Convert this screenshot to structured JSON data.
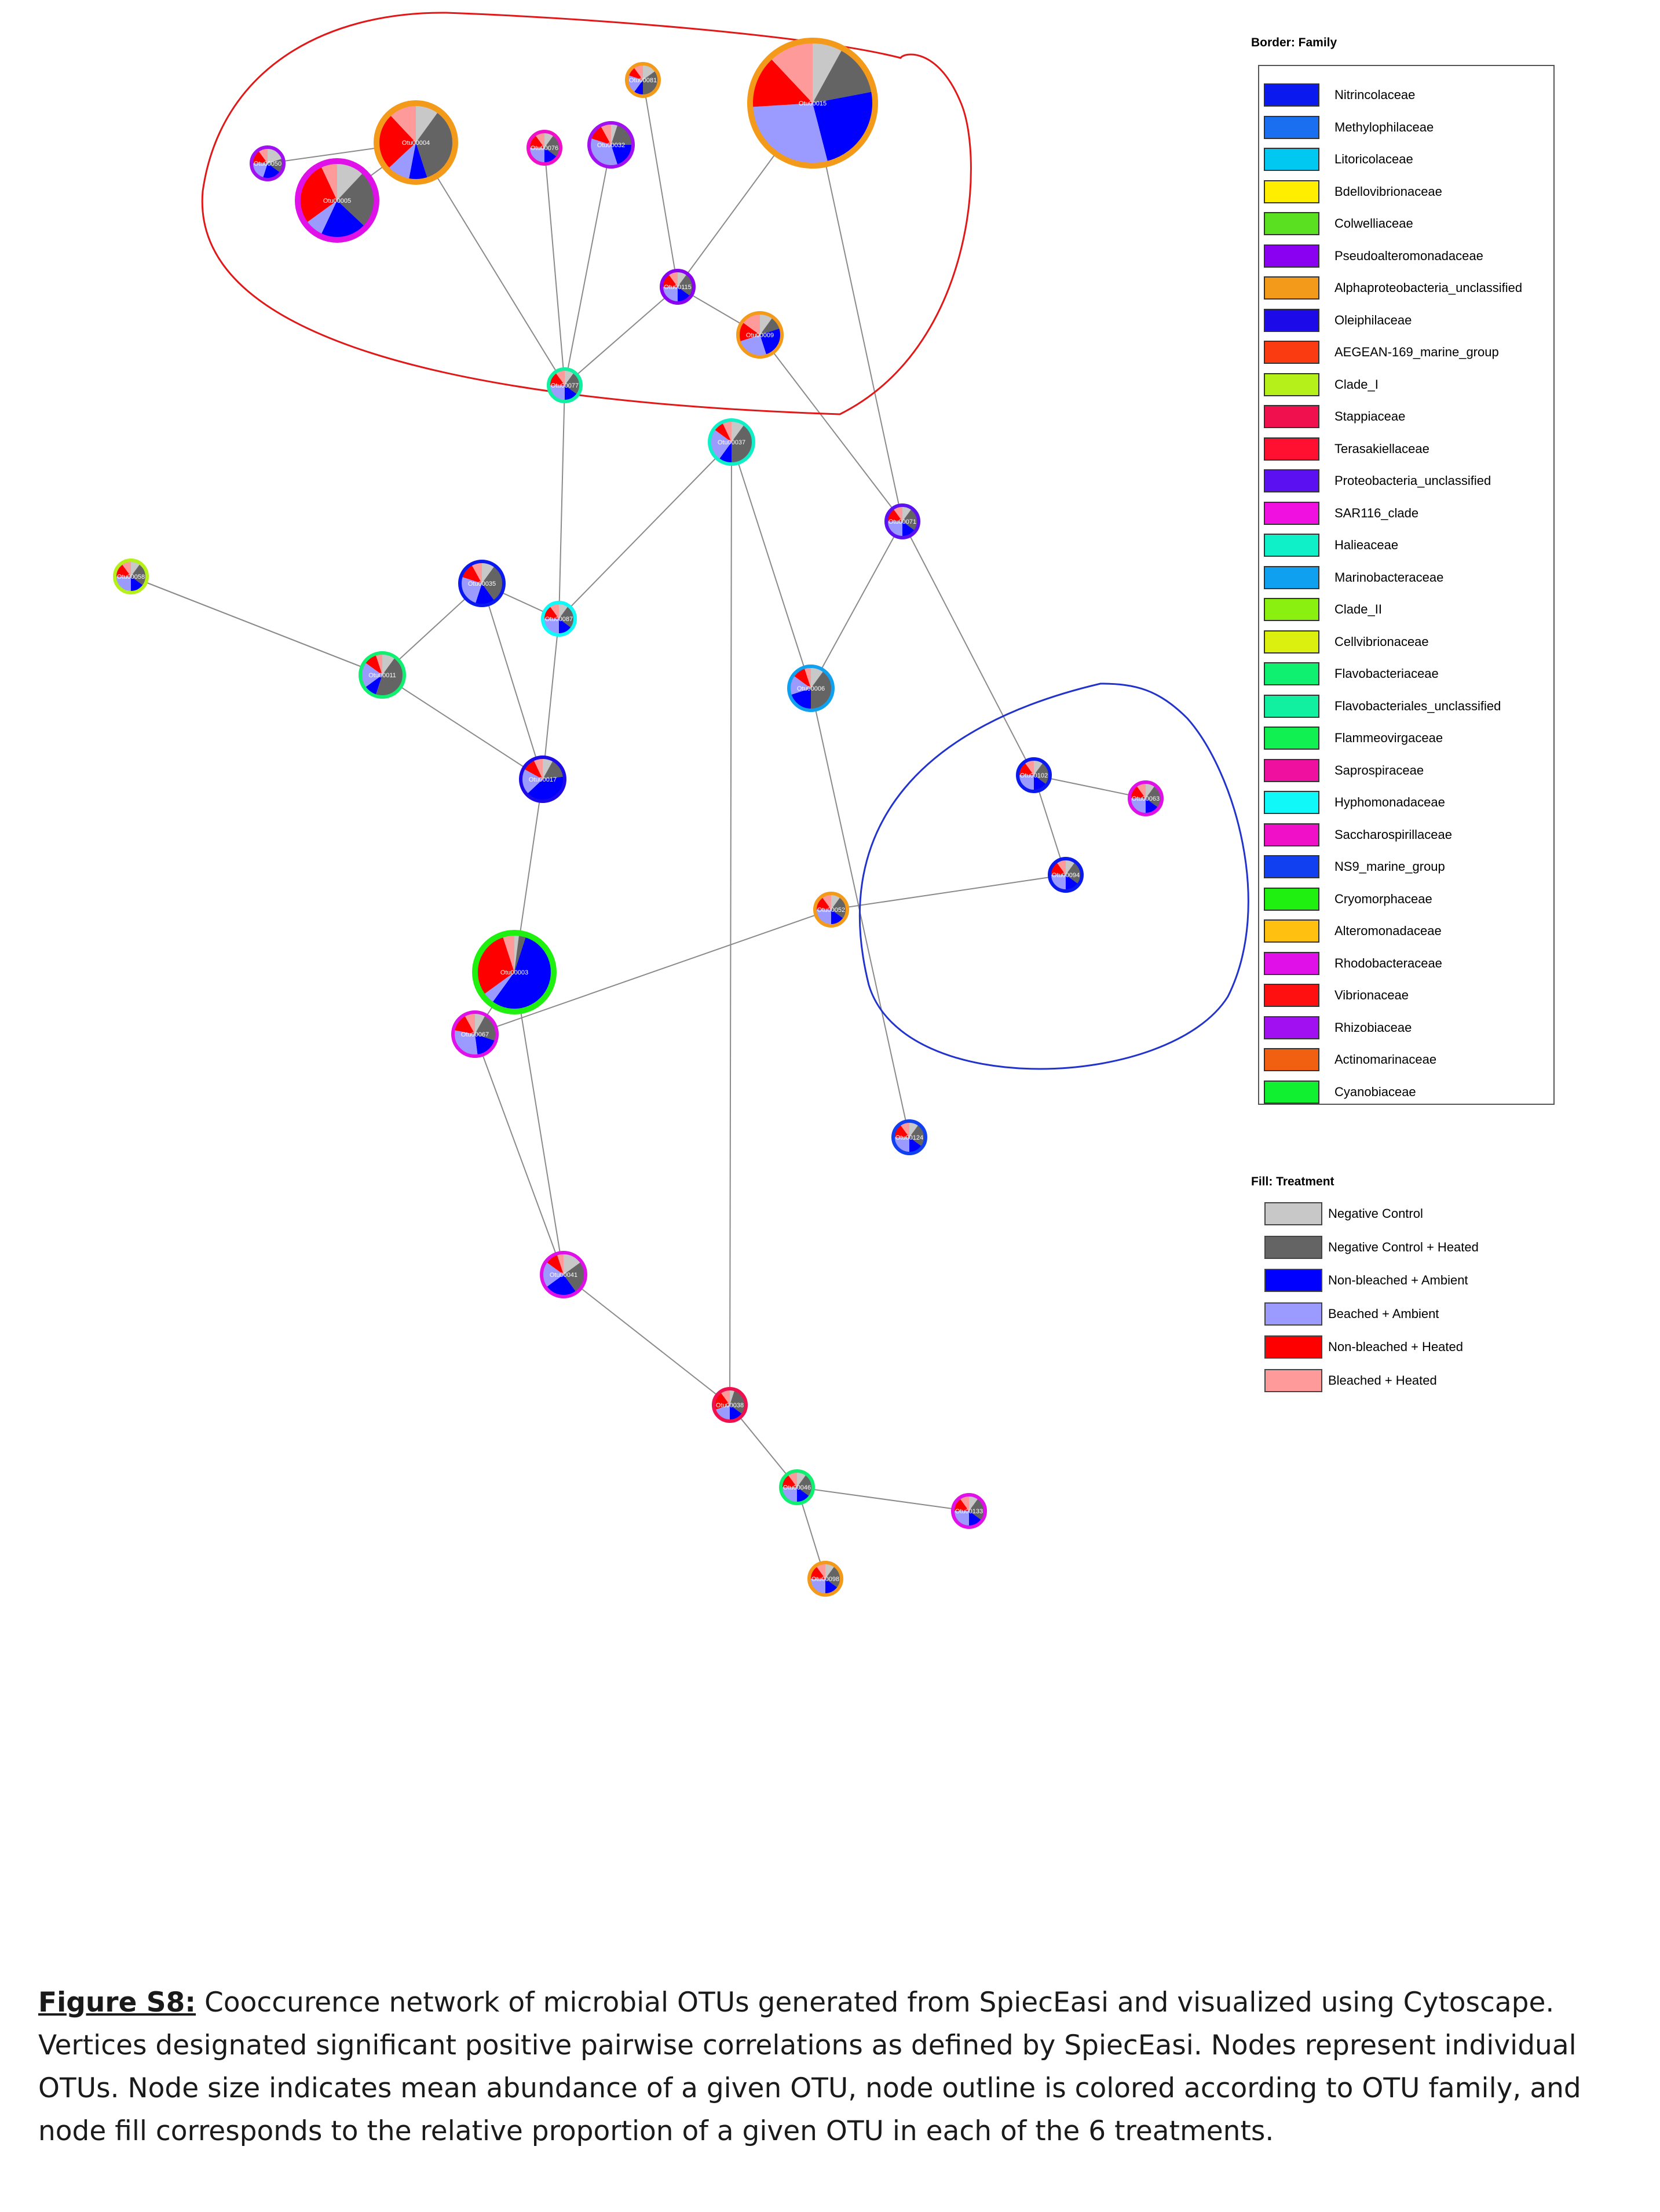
{
  "legend_family": {
    "title": "Border: Family",
    "items": [
      {
        "label": "Nitrincolaceae",
        "color": "#0a1aee"
      },
      {
        "label": "Methylophilaceae",
        "color": "#1a6ef0"
      },
      {
        "label": "Litoricolaceae",
        "color": "#00c8f0"
      },
      {
        "label": "Bdellovibrionaceae",
        "color": "#ffee00"
      },
      {
        "label": "Colwelliaceae",
        "color": "#5ae020"
      },
      {
        "label": "Pseudoalteromonadaceae",
        "color": "#8a00f0"
      },
      {
        "label": "Alphaproteobacteria_unclassified",
        "color": "#f39a1a"
      },
      {
        "label": "Oleiphilaceae",
        "color": "#1c0ae8"
      },
      {
        "label": "AEGEAN-169_marine_group",
        "color": "#fa3a10"
      },
      {
        "label": "Clade_I",
        "color": "#b6f01a"
      },
      {
        "label": "Stappiaceae",
        "color": "#f0104e"
      },
      {
        "label": "Terasakiellaceae",
        "color": "#ff1030"
      },
      {
        "label": "Proteobacteria_unclassified",
        "color": "#5a10f0"
      },
      {
        "label": "SAR116_clade",
        "color": "#f010e0"
      },
      {
        "label": "Halieaceae",
        "color": "#10f0c8"
      },
      {
        "label": "Marinobacteraceae",
        "color": "#10a0f0"
      },
      {
        "label": "Clade_II",
        "color": "#8af010"
      },
      {
        "label": "Cellvibrionaceae",
        "color": "#dcf010"
      },
      {
        "label": "Flavobacteriaceae",
        "color": "#10f070"
      },
      {
        "label": "Flavobacteriales_unclassified",
        "color": "#10f0a0"
      },
      {
        "label": "Flammeovirgaceae",
        "color": "#10f050"
      },
      {
        "label": "Saprospiraceae",
        "color": "#f010a0"
      },
      {
        "label": "Hyphomonadaceae",
        "color": "#10f8f8"
      },
      {
        "label": "Saccharospirillaceae",
        "color": "#f010c8"
      },
      {
        "label": "NS9_marine_group",
        "color": "#1040f0"
      },
      {
        "label": "Cryomorphaceae",
        "color": "#20f010"
      },
      {
        "label": "Alteromonadaceae",
        "color": "#ffc010"
      },
      {
        "label": "Rhodobacteraceae",
        "color": "#e010e8"
      },
      {
        "label": "Vibrionaceae",
        "color": "#ff1010"
      },
      {
        "label": "Rhizobiaceae",
        "color": "#a010f0"
      },
      {
        "label": "Actinomarinaceae",
        "color": "#f06010"
      },
      {
        "label": "Cyanobiaceae",
        "color": "#10f030"
      }
    ]
  },
  "legend_fill": {
    "title": "Fill: Treatment",
    "items": [
      {
        "label": "Negative Control",
        "color": "#c8c8c8"
      },
      {
        "label": "Negative Control + Heated",
        "color": "#646464"
      },
      {
        "label": "Non-bleached + Ambient",
        "color": "#0000ff"
      },
      {
        "label": "Beached + Ambient",
        "color": "#9a9aff"
      },
      {
        "label": "Non-bleached + Heated",
        "color": "#ff0000"
      },
      {
        "label": "Bleached + Heated",
        "color": "#ff9a9a"
      }
    ]
  },
  "network": {
    "nodes": [
      {
        "id": 1,
        "label": "Otu00015",
        "border": "#f39a1a",
        "size": "xl",
        "fill": [
          8,
          14,
          24,
          28,
          14,
          12
        ]
      },
      {
        "id": 2,
        "label": "Otu00004",
        "border": "#f39a1a",
        "size": "l",
        "fill": [
          10,
          35,
          8,
          10,
          25,
          12
        ]
      },
      {
        "id": 3,
        "label": "Otu00005",
        "border": "#e010e8",
        "size": "l",
        "fill": [
          12,
          25,
          20,
          8,
          28,
          7
        ]
      },
      {
        "id": 4,
        "label": "Otu00003",
        "border": "#20f010",
        "size": "l",
        "fill": [
          2,
          3,
          55,
          5,
          30,
          5
        ]
      },
      {
        "id": 5,
        "label": "Otu00032",
        "border": "#a010f0",
        "size": "m",
        "fill": [
          5,
          20,
          20,
          35,
          12,
          8
        ]
      },
      {
        "id": 6,
        "label": "Otu00017",
        "border": "#1c0ae8",
        "size": "m",
        "fill": [
          8,
          15,
          40,
          20,
          10,
          7
        ]
      },
      {
        "id": 7,
        "label": "Otu00037",
        "border": "#10f0c8",
        "size": "m",
        "fill": [
          10,
          40,
          10,
          25,
          8,
          7
        ]
      },
      {
        "id": 8,
        "label": "Otu00011",
        "border": "#10f070",
        "size": "m",
        "fill": [
          10,
          45,
          10,
          20,
          10,
          5
        ]
      },
      {
        "id": 9,
        "label": "Otu00009",
        "border": "#f39a1a",
        "size": "m",
        "fill": [
          10,
          10,
          25,
          25,
          15,
          15
        ]
      },
      {
        "id": 10,
        "label": "Otu00006",
        "border": "#10a0f0",
        "size": "m",
        "fill": [
          10,
          40,
          20,
          15,
          10,
          5
        ]
      },
      {
        "id": 11,
        "label": "Otu00035",
        "border": "#0a1aee",
        "size": "m",
        "fill": [
          10,
          30,
          15,
          25,
          12,
          8
        ]
      },
      {
        "id": 12,
        "label": "Otu00041",
        "border": "#e010e8",
        "size": "m",
        "fill": [
          15,
          25,
          25,
          20,
          10,
          5
        ]
      },
      {
        "id": 13,
        "label": "Otu00067",
        "border": "#e010e8",
        "size": "m",
        "fill": [
          8,
          22,
          18,
          30,
          14,
          8
        ]
      },
      {
        "id": 14,
        "label": "Otu00102",
        "border": "#0a1aee",
        "size": "s",
        "fill": [
          10,
          25,
          15,
          25,
          15,
          10
        ]
      },
      {
        "id": 15,
        "label": "Otu00063",
        "border": "#e010e8",
        "size": "s",
        "fill": [
          10,
          25,
          15,
          25,
          15,
          10
        ]
      },
      {
        "id": 16,
        "label": "Otu00050",
        "border": "#a010f0",
        "size": "s",
        "fill": [
          20,
          15,
          20,
          20,
          15,
          10
        ]
      },
      {
        "id": 17,
        "label": "Otu00081",
        "border": "#f39a1a",
        "size": "s",
        "fill": [
          15,
          35,
          10,
          20,
          10,
          10
        ]
      },
      {
        "id": 18,
        "label": "Otu00038",
        "border": "#f0104e",
        "size": "s",
        "fill": [
          5,
          30,
          15,
          20,
          20,
          10
        ]
      },
      {
        "id": 19,
        "label": "Otu00077",
        "border": "#10f0a0",
        "size": "s",
        "fill": [
          10,
          25,
          15,
          25,
          15,
          10
        ]
      },
      {
        "id": 20,
        "label": "Otu00115",
        "border": "#8a00f0",
        "size": "s",
        "fill": [
          10,
          25,
          15,
          25,
          15,
          10
        ]
      },
      {
        "id": 21,
        "label": "Otu00094",
        "border": "#0a1aee",
        "size": "s",
        "fill": [
          10,
          25,
          15,
          25,
          15,
          10
        ]
      },
      {
        "id": 22,
        "label": "Otu00052",
        "border": "#f39a1a",
        "size": "s",
        "fill": [
          10,
          25,
          15,
          25,
          15,
          10
        ]
      },
      {
        "id": 23,
        "label": "Otu00076",
        "border": "#f010c8",
        "size": "s",
        "fill": [
          10,
          25,
          15,
          25,
          15,
          10
        ]
      },
      {
        "id": 24,
        "label": "Otu00046",
        "border": "#10f070",
        "size": "s",
        "fill": [
          10,
          25,
          15,
          25,
          15,
          10
        ]
      },
      {
        "id": 25,
        "label": "Otu00124",
        "border": "#1040f0",
        "size": "s",
        "fill": [
          10,
          25,
          15,
          25,
          15,
          10
        ]
      },
      {
        "id": 26,
        "label": "Otu00098",
        "border": "#f39a1a",
        "size": "s",
        "fill": [
          10,
          25,
          15,
          25,
          15,
          10
        ]
      },
      {
        "id": 27,
        "label": "Otu00133",
        "border": "#e010e8",
        "size": "s",
        "fill": [
          10,
          25,
          15,
          25,
          15,
          10
        ]
      },
      {
        "id": 28,
        "label": "Otu00058",
        "border": "#b6f01a",
        "size": "s",
        "fill": [
          10,
          25,
          15,
          25,
          15,
          10
        ]
      },
      {
        "id": 29,
        "label": "Otu00087",
        "border": "#10f8f8",
        "size": "s",
        "fill": [
          10,
          25,
          15,
          25,
          15,
          10
        ]
      },
      {
        "id": 30,
        "label": "Otu00071",
        "border": "#5a10f0",
        "size": "s",
        "fill": [
          10,
          25,
          15,
          25,
          15,
          10
        ]
      }
    ]
  },
  "caption": {
    "figure_label": "Figure S8:",
    "text": " Cooccurence network of microbial OTUs generated from SpiecEasi and visualized using Cytoscape. Vertices designated significant positive pairwise correlations as defined by SpiecEasi. Nodes represent individual OTUs. Node size indicates mean abundance of a given OTU, node outline is colored according to OTU family, and node fill corresponds to the relative proportion of a given OTU in each of the 6 treatments."
  }
}
